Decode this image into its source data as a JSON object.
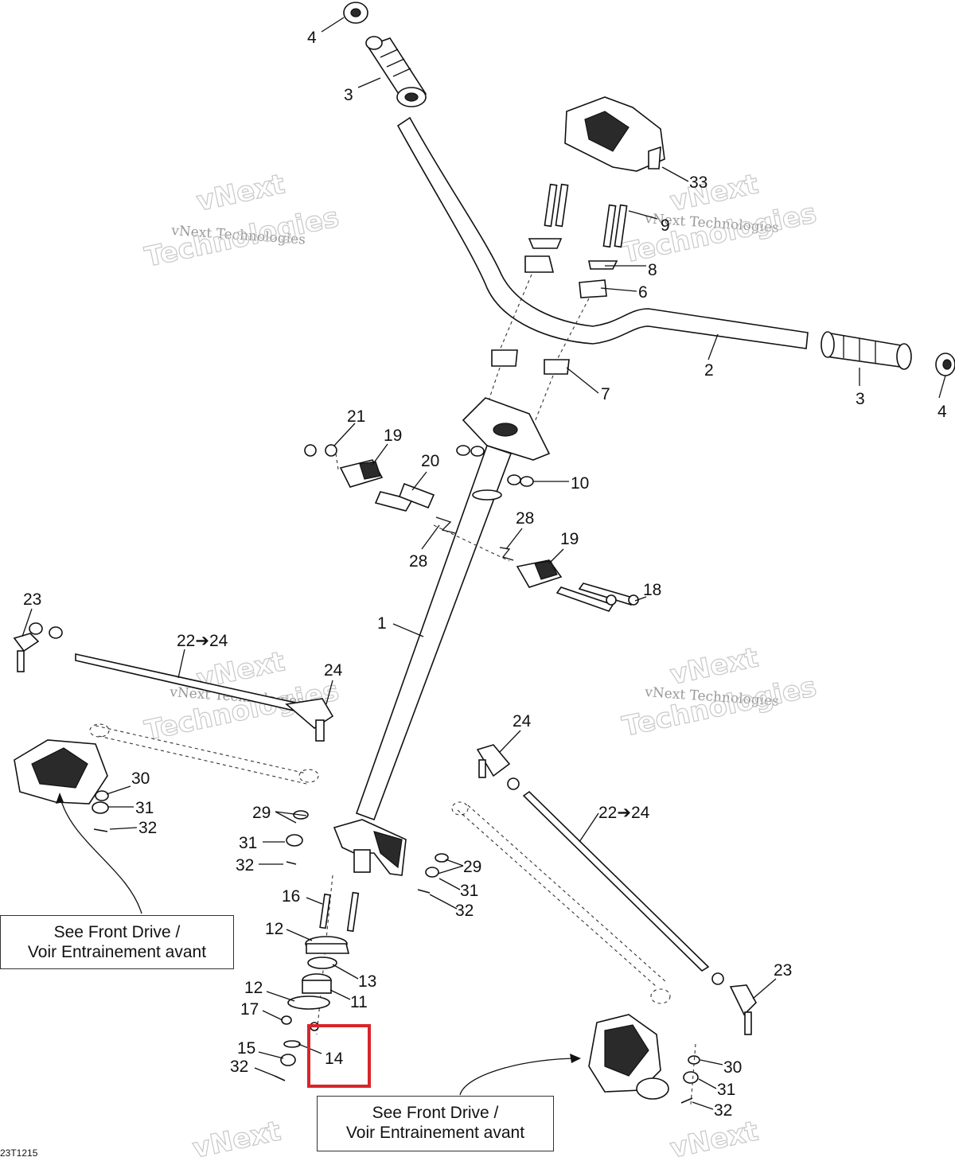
{
  "diagram_code": "23T1215",
  "watermark": {
    "line1": "vNext Technologies",
    "line2": "Technologies",
    "line3": "vNext"
  },
  "notes": {
    "left": {
      "line1": "See Front Drive /",
      "line2": "Voir Entrainement avant"
    },
    "bottom": {
      "line1": "See Front Drive /",
      "line2": "Voir Entrainement avant"
    }
  },
  "highlight": {
    "part": "14",
    "color": "#d8252b"
  },
  "callouts": {
    "c1": "1",
    "c2": "2",
    "c3a": "3",
    "c3b": "3",
    "c4a": "4",
    "c4b": "4",
    "c6": "6",
    "c7": "7",
    "c8": "8",
    "c9": "9",
    "c10": "10",
    "c11": "11",
    "c12a": "12",
    "c12b": "12",
    "c13": "13",
    "c14": "14",
    "c15": "15",
    "c16": "16",
    "c17": "17",
    "c18": "18",
    "c19a": "19",
    "c19b": "19",
    "c20": "20",
    "c21": "21",
    "c22a": "22➔24",
    "c22b": "22➔24",
    "c23a": "23",
    "c23b": "23",
    "c24a": "24",
    "c24b": "24",
    "c28a": "28",
    "c28b": "28",
    "c29a": "29",
    "c29b": "29",
    "c30a": "30",
    "c30b": "30",
    "c31a": "31",
    "c31b": "31",
    "c31c": "31",
    "c31d": "31",
    "c32a": "32",
    "c32b": "32",
    "c32c": "32",
    "c32d": "32",
    "c32e": "32",
    "c33": "33"
  }
}
